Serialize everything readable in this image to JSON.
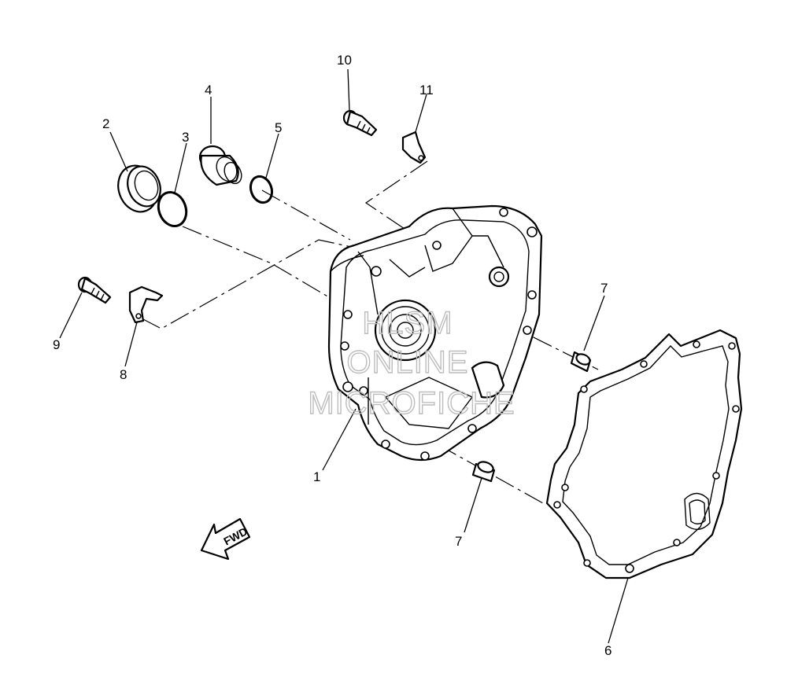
{
  "callouts": {
    "c1": "1",
    "c2": "2",
    "c3": "3",
    "c4": "4",
    "c5": "5",
    "c6": "6",
    "c7a": "7",
    "c7b": "7",
    "c8": "8",
    "c9": "9",
    "c10": "10",
    "c11": "11"
  },
  "direction_label": "FWD",
  "watermark": {
    "line1": "HLSM",
    "line2": "ONLINE",
    "line3": "MICROFICHE"
  }
}
